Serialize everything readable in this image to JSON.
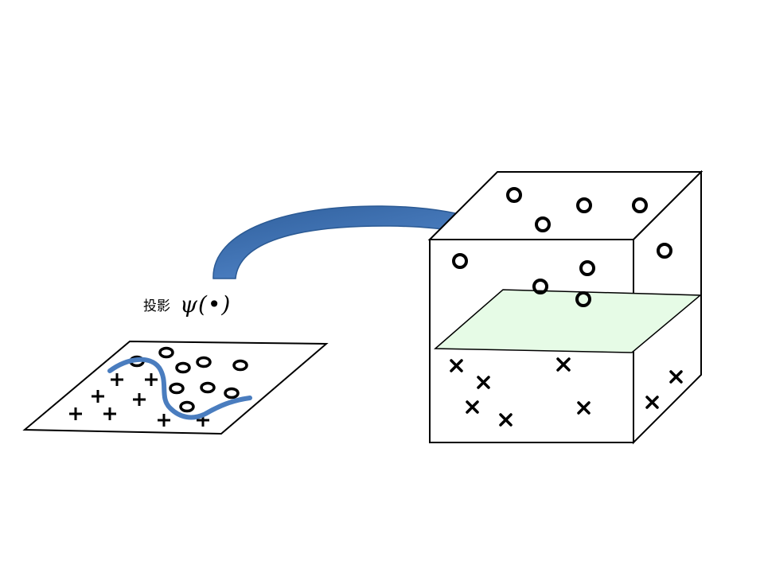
{
  "caption": {
    "word": "投影",
    "formula": "ψ(•)"
  },
  "colors": {
    "stroke": "#000000",
    "boundary_curve": "#4a7dbf",
    "arrow_fill": "#4a7dbf",
    "arrow_dark": "#2b5a94",
    "hyperplane_fill": "#e6fbe6"
  },
  "icons": {
    "circle_marker": "ring",
    "plus_marker": "plus",
    "cross_marker": "x"
  }
}
